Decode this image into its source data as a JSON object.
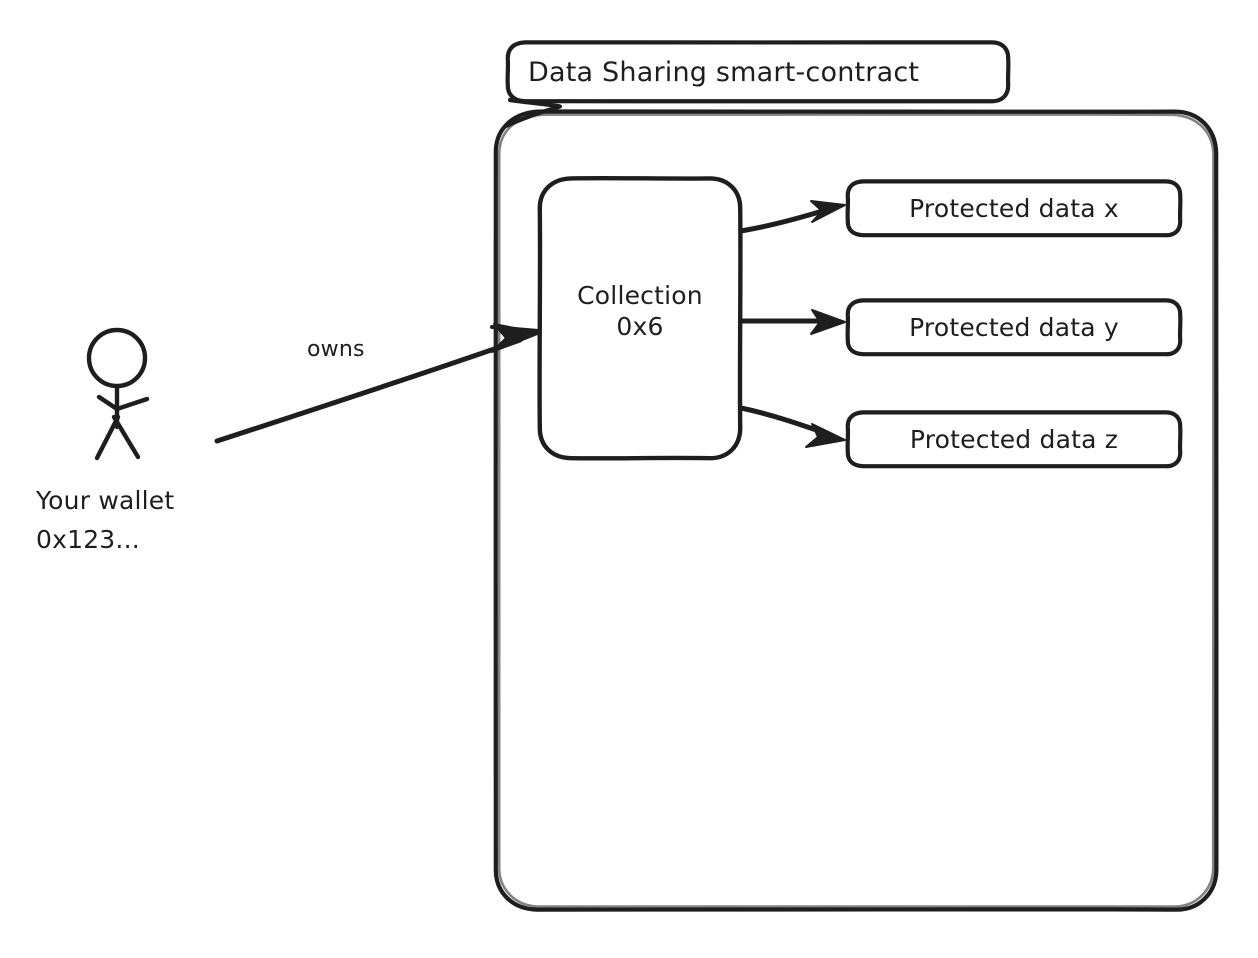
{
  "diagram": {
    "title": "Data Sharing smart-contract",
    "background_color": "#ffffff",
    "stroke_color": "#1e1e1e",
    "style": "hand-drawn"
  },
  "contract": {
    "title_label": "Data Sharing smart-contract",
    "collection": {
      "line1": "Collection",
      "line2": "0x6"
    },
    "protected_data": [
      {
        "label": "Protected data x"
      },
      {
        "label": "Protected data y"
      },
      {
        "label": "Protected data z"
      }
    ]
  },
  "actor": {
    "icon": "stick-figure-person-icon",
    "line1": "Your wallet",
    "line2": "0x123..."
  },
  "edges": [
    {
      "label": "owns",
      "from": "wallet",
      "to": "collection"
    },
    {
      "label": "",
      "from": "collection",
      "to": "protected-data-x"
    },
    {
      "label": "",
      "from": "collection",
      "to": "protected-data-y"
    },
    {
      "label": "",
      "from": "collection",
      "to": "protected-data-z"
    }
  ]
}
